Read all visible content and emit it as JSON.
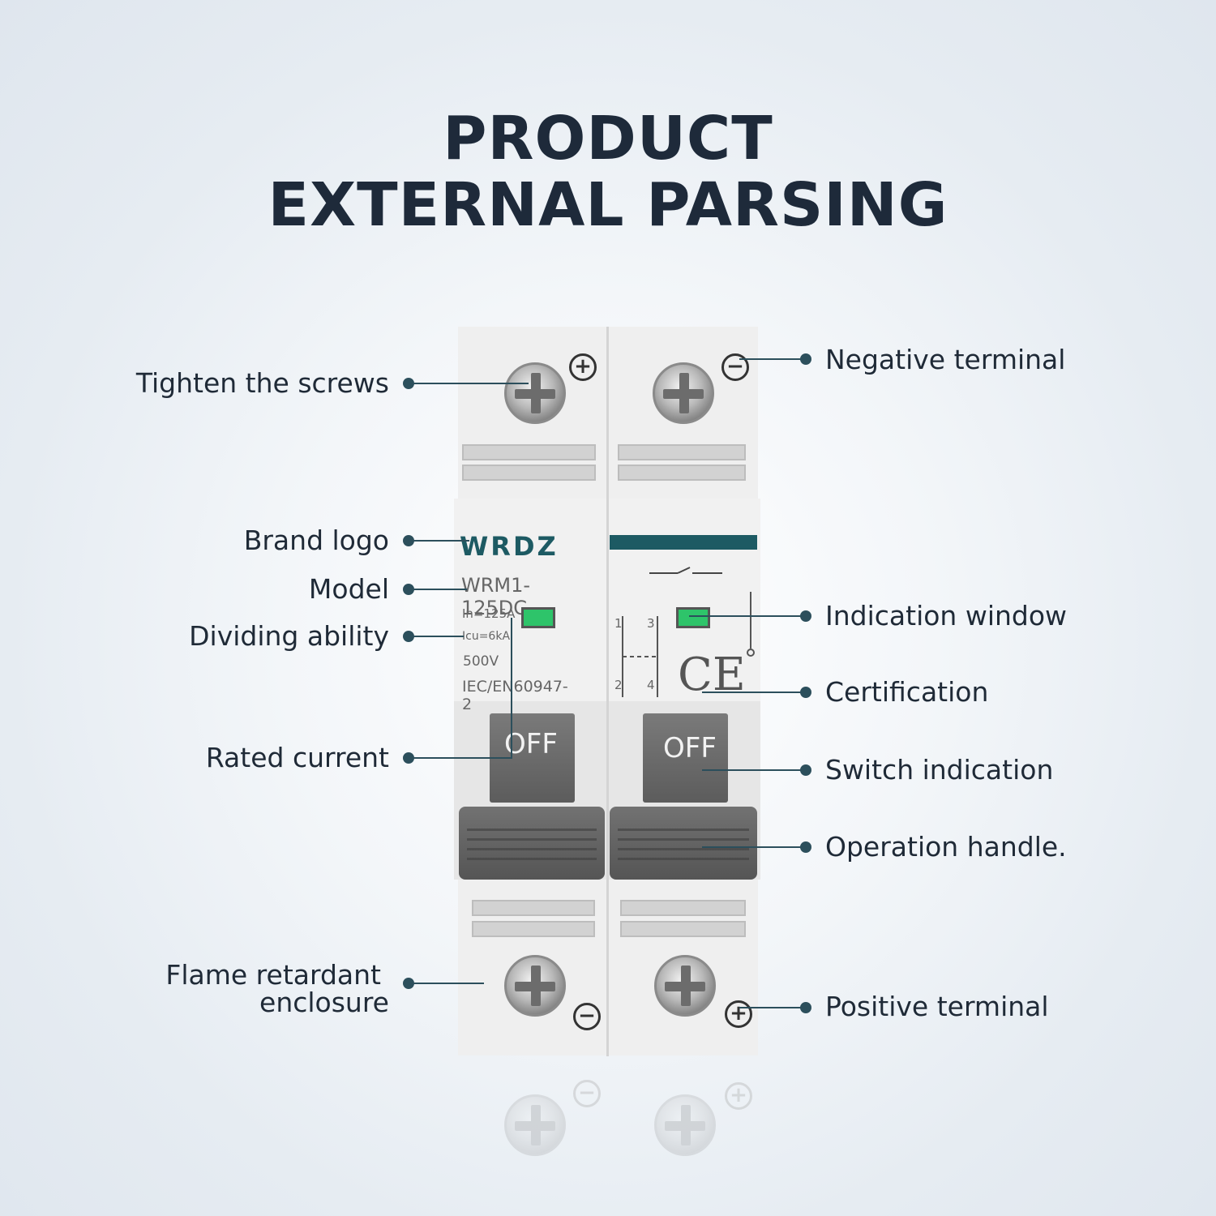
{
  "title": {
    "line1": "PRODUCT",
    "line2": "EXTERNAL PARSING"
  },
  "product": {
    "brand": "WRDZ",
    "model": "WRM1-125DC",
    "rated_current": "In=125A",
    "breaking_capacity": "Icu=6kA",
    "voltage": "500V",
    "standard": "IEC/EN60947-2",
    "switch_state": "OFF",
    "certification_mark": "CE",
    "terminal_marks": {
      "plus": "+",
      "minus": "−"
    },
    "pole_numbers": [
      "1",
      "3",
      "2",
      "4"
    ]
  },
  "callouts": {
    "left": [
      {
        "id": "tighten-screws",
        "text": "Tighten the screws"
      },
      {
        "id": "brand-logo",
        "text": "Brand logo"
      },
      {
        "id": "model",
        "text": "Model"
      },
      {
        "id": "dividing-ability",
        "text": "Dividing ability"
      },
      {
        "id": "rated-current",
        "text": "Rated current"
      },
      {
        "id": "flame-retardant-1",
        "text": "Flame retardant"
      },
      {
        "id": "flame-retardant-2",
        "text": "enclosure"
      }
    ],
    "right": [
      {
        "id": "negative-terminal",
        "text": "Negative terminal"
      },
      {
        "id": "indication-window",
        "text": "Indication window"
      },
      {
        "id": "certification",
        "text": "Certification"
      },
      {
        "id": "switch-indication",
        "text": "Switch indication"
      },
      {
        "id": "operation-handle",
        "text": "Operation handle."
      },
      {
        "id": "positive-terminal",
        "text": "Positive terminal"
      }
    ]
  },
  "colors": {
    "accent": "#2c4f5c",
    "title": "#1e2a3a",
    "indicator": "#2ec46a",
    "logo": "#1d5a63"
  }
}
